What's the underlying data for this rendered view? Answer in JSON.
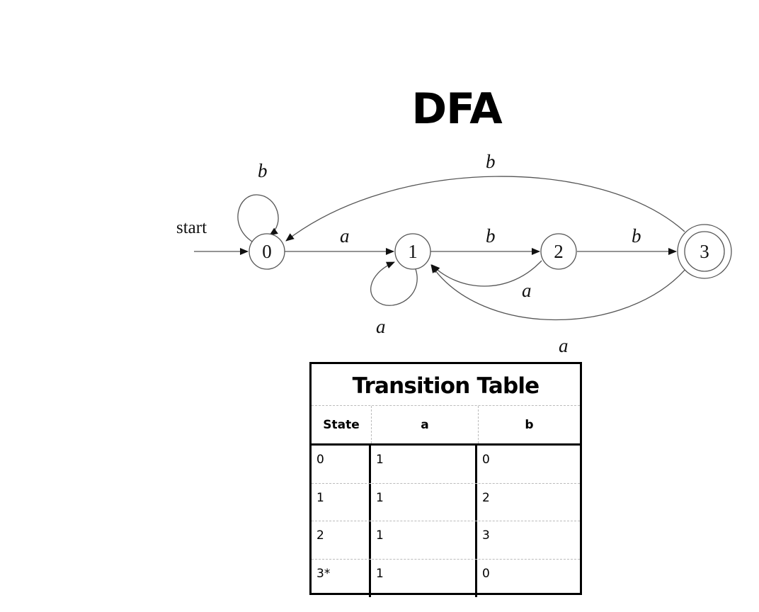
{
  "title": "DFA",
  "diagram": {
    "start_label": "start",
    "states": [
      "0",
      "1",
      "2",
      "3"
    ],
    "accepting": [
      "3"
    ],
    "transitions": [
      {
        "from": "0",
        "to": "0",
        "symbol": "b"
      },
      {
        "from": "0",
        "to": "1",
        "symbol": "a"
      },
      {
        "from": "1",
        "to": "1",
        "symbol": "a"
      },
      {
        "from": "1",
        "to": "2",
        "symbol": "b"
      },
      {
        "from": "2",
        "to": "1",
        "symbol": "a"
      },
      {
        "from": "2",
        "to": "3",
        "symbol": "b"
      },
      {
        "from": "3",
        "to": "0",
        "symbol": "b"
      },
      {
        "from": "3",
        "to": "1",
        "symbol": "a"
      }
    ]
  },
  "table": {
    "title": "Transition Table",
    "headers": [
      "State",
      "a",
      "b"
    ],
    "rows": [
      [
        "0",
        "1",
        "0"
      ],
      [
        "1",
        "1",
        "2"
      ],
      [
        "2",
        "1",
        "3"
      ],
      [
        "3*",
        "1",
        "0"
      ]
    ]
  }
}
